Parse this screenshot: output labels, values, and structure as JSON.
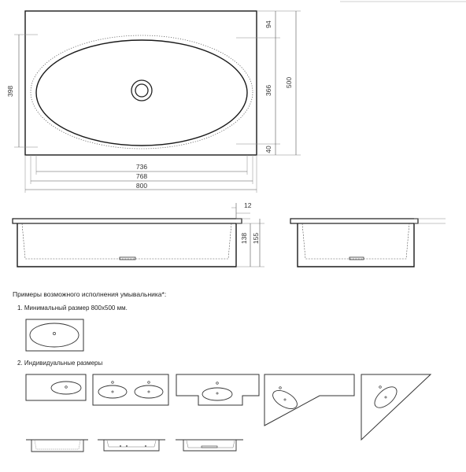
{
  "top_view": {
    "dims": {
      "overall_width": "800",
      "bowl_outer_width": "768",
      "bowl_inner_width": "736",
      "overall_depth": "500",
      "bowl_depth": "366",
      "top_margin": "94",
      "bottom_margin": "40",
      "bowl_outer_depth": "398"
    }
  },
  "section_view": {
    "dims": {
      "slab_thickness": "12",
      "inner_height": "138",
      "overall_height": "155"
    }
  },
  "notes": {
    "examples_title": "Примеры возможного исполнения умывальника*:",
    "item_1": "1. Минимальный размер 800х500 мм.",
    "item_2": "2. Индивидуальные размеры"
  }
}
